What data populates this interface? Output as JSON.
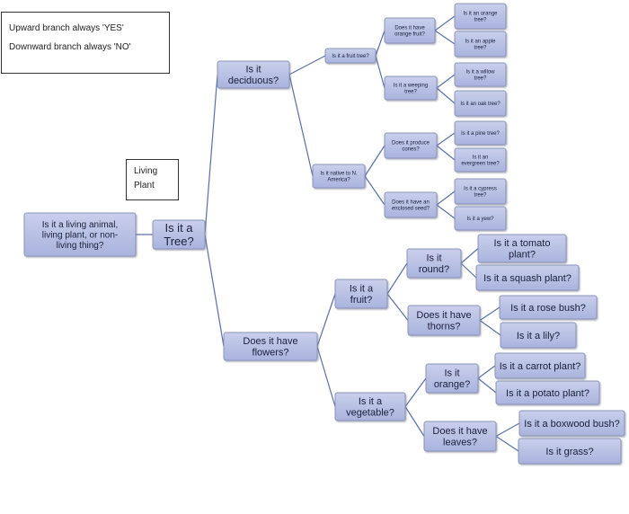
{
  "legend": {
    "line1": "Upward branch always 'YES'",
    "line2": "Downward branch always 'NO'"
  },
  "label_box": {
    "line1": "Living",
    "line2": "Plant"
  },
  "colors": {
    "node_fill_top": "#c9cfeb",
    "node_fill_bottom": "#a9b3dd",
    "node_border": "#8a93b8",
    "edge": "#5a6fa8",
    "text": "#1a1f3a"
  },
  "nodes": {
    "root": [
      "Is it a living animal,",
      "living plant, or non-",
      "living thing?"
    ],
    "tree": [
      "Is it a",
      "Tree?"
    ],
    "deciduous": [
      "Is it",
      "deciduous?"
    ],
    "flowers": [
      "Does it have",
      "flowers?"
    ],
    "fruit_tree": [
      "Is it a fruit tree?"
    ],
    "native_na": [
      "Is it native to N.",
      "America?"
    ],
    "orange_fruit": [
      "Does it have",
      "orange fruit?"
    ],
    "weeping": [
      "Is it a weeping",
      "tree?"
    ],
    "cones": [
      "Does it produce",
      "cones?"
    ],
    "enclosed_seed": [
      "Does it have an",
      "enclosed seed?"
    ],
    "orange_tree": [
      "Is it an orange",
      "tree?"
    ],
    "apple_tree": [
      "Is it an apple",
      "tree?"
    ],
    "willow_tree": [
      "Is it a willow",
      "tree?"
    ],
    "oak_tree": [
      "Is it an oak tree?"
    ],
    "pine_tree": [
      "Is it a pine tree?"
    ],
    "evergreen_tree": [
      "Is it an",
      "evergreen tree?"
    ],
    "cypress_tree": [
      "Is it a cypress",
      "tree?"
    ],
    "yew": [
      "Is it a yew?"
    ],
    "is_fruit": [
      "Is it a",
      "fruit?"
    ],
    "is_vegetable": [
      "Is it a",
      "vegetable?"
    ],
    "round": [
      "Is it",
      "round?"
    ],
    "thorns": [
      "Does it have",
      "thorns?"
    ],
    "orange_veg": [
      "Is it",
      "orange?"
    ],
    "leaves": [
      "Does it have",
      "leaves?"
    ],
    "tomato": [
      "Is it a tomato",
      "plant?"
    ],
    "squash": [
      "Is it a squash plant?"
    ],
    "rose": [
      "Is it a rose bush?"
    ],
    "lily": [
      "Is it a lily?"
    ],
    "carrot": [
      "Is it a carrot plant?"
    ],
    "potato": [
      "Is it a potato plant?"
    ],
    "boxwood": [
      "Is it a boxwood bush?"
    ],
    "grass": [
      "Is it grass?"
    ]
  }
}
